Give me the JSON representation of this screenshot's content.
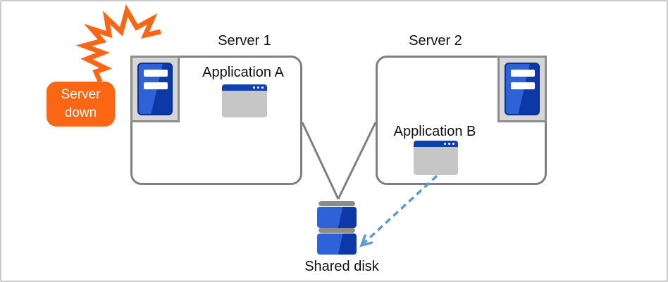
{
  "alert": {
    "label": "Server down"
  },
  "server1": {
    "title": "Server 1",
    "application": "Application A"
  },
  "server2": {
    "title": "Server 2",
    "application": "Application B"
  },
  "shared_disk": {
    "label": "Shared disk"
  },
  "colors": {
    "orange": "#fa6613",
    "connector_gray": "#7f7f7f",
    "arrow_blue": "#5b9bd5",
    "server_blue_light": "#2e62d9",
    "server_blue_dark": "#0c38a8",
    "window_titlebar_blue": "#1041b2",
    "window_body_gray": "#c6c6c6",
    "icon_frame_gray": "#d6d6d6",
    "disk_bar_gray": "#8c8c8c"
  }
}
